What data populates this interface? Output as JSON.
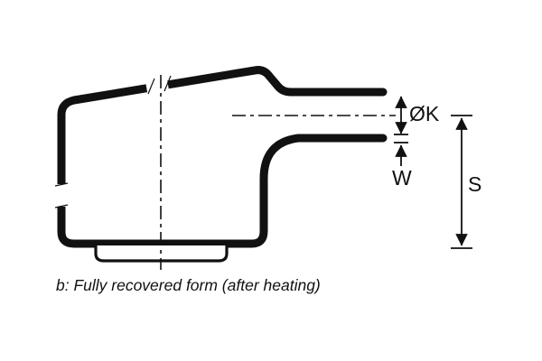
{
  "diagram": {
    "caption": "b: Fully recovered form (after heating)",
    "dimensions": {
      "diameter_label": "ØK",
      "wall_label": "W",
      "height_label": "S"
    },
    "colors": {
      "line": "#111111",
      "background": "#ffffff"
    }
  }
}
